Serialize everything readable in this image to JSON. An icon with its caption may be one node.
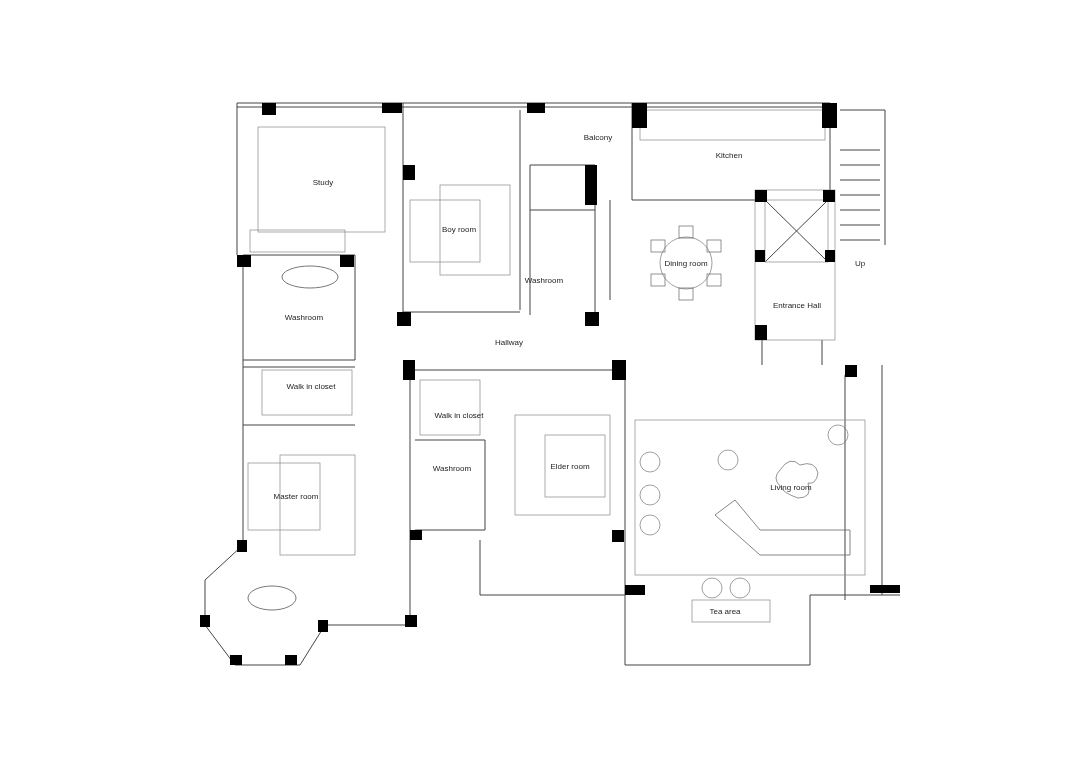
{
  "diagram": {
    "labels": [
      "Study",
      "Balcony",
      "Kitchen",
      "Boy room",
      "Dining room",
      "Washroom",
      "Up",
      "Washroom",
      "Entrance Hall",
      "Hallway",
      "Walk in closet",
      "Walk in closet",
      "Washroom",
      "Elder room",
      "Master room",
      "Living room",
      "Tea area"
    ]
  }
}
